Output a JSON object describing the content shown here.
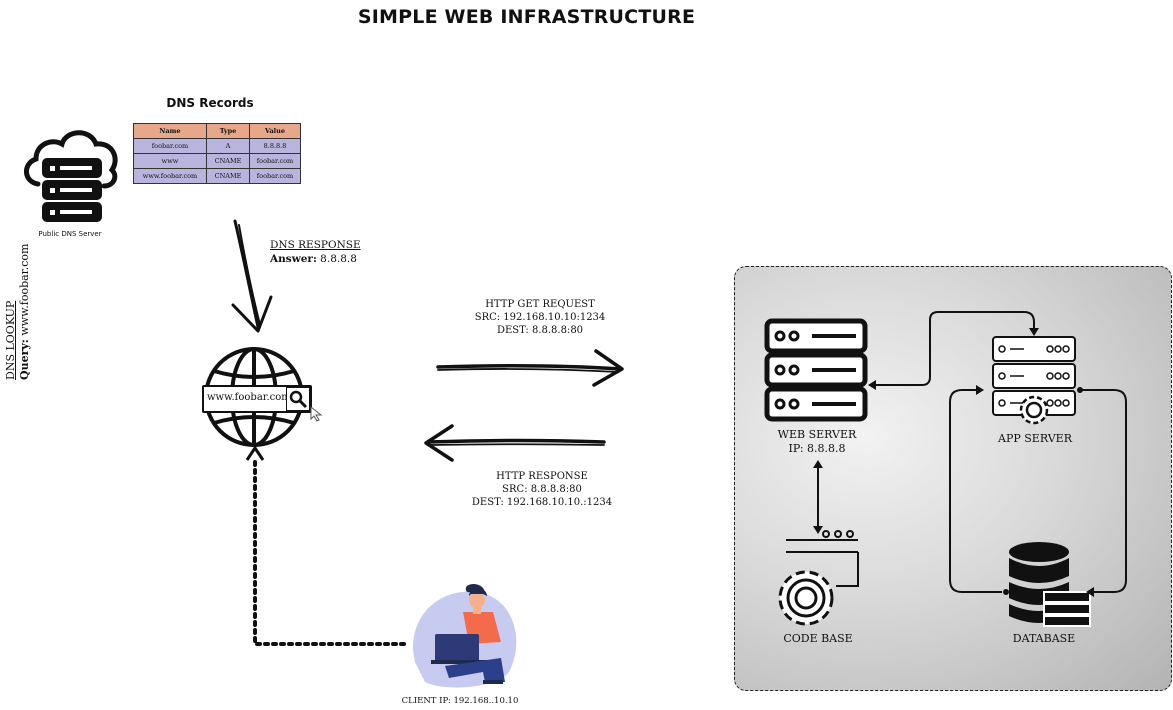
{
  "title": "SIMPLE WEB INFRASTRUCTURE",
  "dns_records": {
    "title": "DNS Records",
    "columns": [
      "Name",
      "Type",
      "Value"
    ],
    "rows": [
      [
        "foobar.com",
        "A",
        "8.8.8.8"
      ],
      [
        "www",
        "CNAME",
        "foobar.com"
      ],
      [
        "www.foobar.com",
        "CNAME",
        "foobar.com"
      ]
    ]
  },
  "dns_server": {
    "label": "Public DNS Server"
  },
  "dns_lookup": {
    "title": "DNS LOOKUP",
    "query_label": "Query:",
    "query_value": "www.foobar.com"
  },
  "dns_response": {
    "title": "DNS RESPONSE",
    "answer_label": "Answer:",
    "answer_value": "8.8.8.8"
  },
  "browser": {
    "url": "www.foobar.com"
  },
  "http_request": {
    "title": "HTTP GET REQUEST",
    "src": "SRC: 192.168.10.10:1234",
    "dest": "DEST: 8.8.8.8:80"
  },
  "http_response": {
    "title": "HTTP RESPONSE",
    "src": "SRC: 8.8.8.8:80",
    "dest": "DEST: 192.168.10.10.:1234"
  },
  "client": {
    "label": "CLIENT IP: 192.168..10.10"
  },
  "infrastructure": {
    "web_server": {
      "label": "WEB SERVER",
      "ip": "IP: 8.8.8.8"
    },
    "app_server": {
      "label": "APP SERVER"
    },
    "code_base": {
      "label": "CODE BASE"
    },
    "database": {
      "label": "DATABASE"
    }
  }
}
